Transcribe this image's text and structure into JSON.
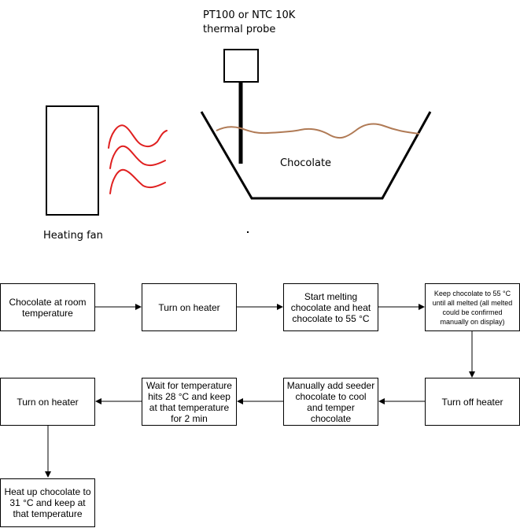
{
  "illustration": {
    "probe_label_line1": "PT100 or NTC 10K",
    "probe_label_line2": "thermal probe",
    "chocolate_label": "Chocolate",
    "fan_label": "Heating fan",
    "colors": {
      "outline": "#000000",
      "heat_waves": "#e02020",
      "chocolate_surface": "#b07a55"
    }
  },
  "flowchart": {
    "steps": [
      "Chocolate at room temperature",
      "Turn on heater",
      "Start melting chocolate and heat chocolate to 55 °C",
      "Keep chocolate to 55 °C until all melted (all melted could be confirmed manually on display)",
      "Turn off heater",
      "Manually add seeder chocolate to cool and temper chocolate",
      "Wait for temperature hits 28 °C and keep at that temperature for 2 min",
      "Turn on heater",
      "Heat up chocolate to 31 °C and keep at that temperature"
    ]
  }
}
